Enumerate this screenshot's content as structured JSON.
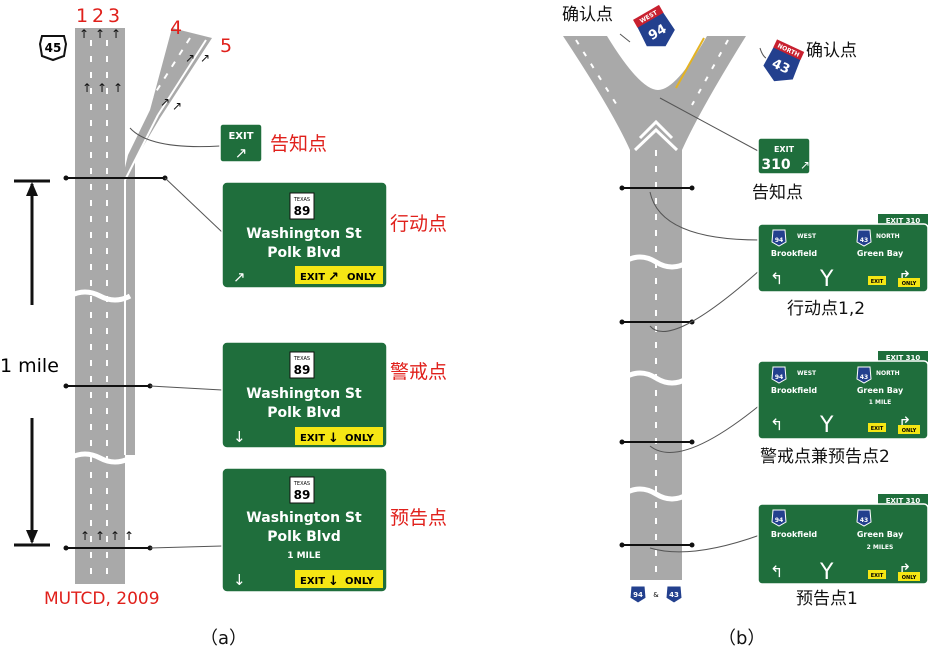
{
  "panel_a": {
    "caption": "（a）",
    "lane_numbers": [
      "1",
      "2",
      "3",
      "4",
      "5"
    ],
    "route_shield": "45",
    "distance_label": "1 mile",
    "source_label": "MUTCD, 2009",
    "points": {
      "notice": "告知点",
      "action": "行动点",
      "alert": "警戒点",
      "advance": "预告点"
    },
    "exit_sign": {
      "text": "EXIT"
    },
    "sign_action": {
      "state": "TEXAS",
      "route": "89",
      "line1": "Washington St",
      "line2": "Polk Blvd",
      "panel_exit": "EXIT",
      "panel_only": "ONLY"
    },
    "sign_alert": {
      "state": "TEXAS",
      "route": "89",
      "line1": "Washington St",
      "line2": "Polk Blvd",
      "panel_exit": "EXIT",
      "panel_only": "ONLY"
    },
    "sign_advance": {
      "state": "TEXAS",
      "route": "89",
      "line1": "Washington St",
      "line2": "Polk Blvd",
      "distance": "1 MILE",
      "panel_exit": "EXIT",
      "panel_only": "ONLY"
    }
  },
  "panel_b": {
    "caption": "（b）",
    "points": {
      "confirm_left": "确认点",
      "confirm_right": "确认点",
      "notice": "告知点",
      "action": "行动点1,2",
      "alert": "警戒点兼预告点2",
      "advance": "预告点1"
    },
    "shield_west": {
      "dir": "WEST",
      "route": "94"
    },
    "shield_north": {
      "dir": "NORTH",
      "route": "43"
    },
    "exit_sign": {
      "text": "EXIT",
      "number": "310"
    },
    "bottom_shields": {
      "left": "94",
      "amp": "&",
      "right": "43"
    },
    "sign_action": {
      "tab": "EXIT 310",
      "left_route": "94",
      "left_dir": "WEST",
      "left_city": "Brookfield",
      "right_route": "43",
      "right_dir": "NORTH",
      "right_city": "Green Bay",
      "distance": "",
      "plate_exit": "EXIT",
      "plate_only": "ONLY"
    },
    "sign_alert": {
      "tab": "EXIT 310",
      "left_route": "94",
      "left_dir": "WEST",
      "left_city": "Brookfield",
      "right_route": "43",
      "right_dir": "NORTH",
      "right_city": "Green Bay",
      "distance": "1 MILE",
      "plate_exit": "EXIT",
      "plate_only": "ONLY"
    },
    "sign_advance": {
      "tab": "EXIT 310",
      "left_route": "94",
      "left_dir": "WEST",
      "left_city": "Brookfield",
      "right_route": "43",
      "right_dir": "NORTH",
      "right_city": "Green Bay",
      "distance": "2 MILES",
      "plate_exit": "EXIT",
      "plate_only": "ONLY"
    }
  },
  "colors": {
    "sign_green": "#1f6e3c",
    "label_red": "#e0201b",
    "road_gray": "#a9a9a9",
    "plate_yellow": "#f5e614",
    "shield_blue": "#23408e",
    "shield_red": "#c8202f"
  }
}
